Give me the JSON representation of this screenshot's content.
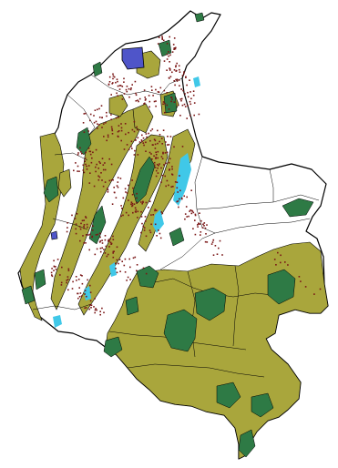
{
  "map": {
    "country": "Colombia",
    "colors": {
      "background": "#ffffff",
      "boundary": "#000000",
      "land": "#ffffff",
      "olive_zone": "#a9a63c",
      "forest_patch": "#2e7a45",
      "blue_highlight": "#4f55c9",
      "water": "#40c8e8",
      "dots": "#7a1616"
    },
    "layers": [
      "department-boundaries",
      "olive-zones",
      "forest-patches",
      "water-features",
      "point-observations"
    ]
  }
}
